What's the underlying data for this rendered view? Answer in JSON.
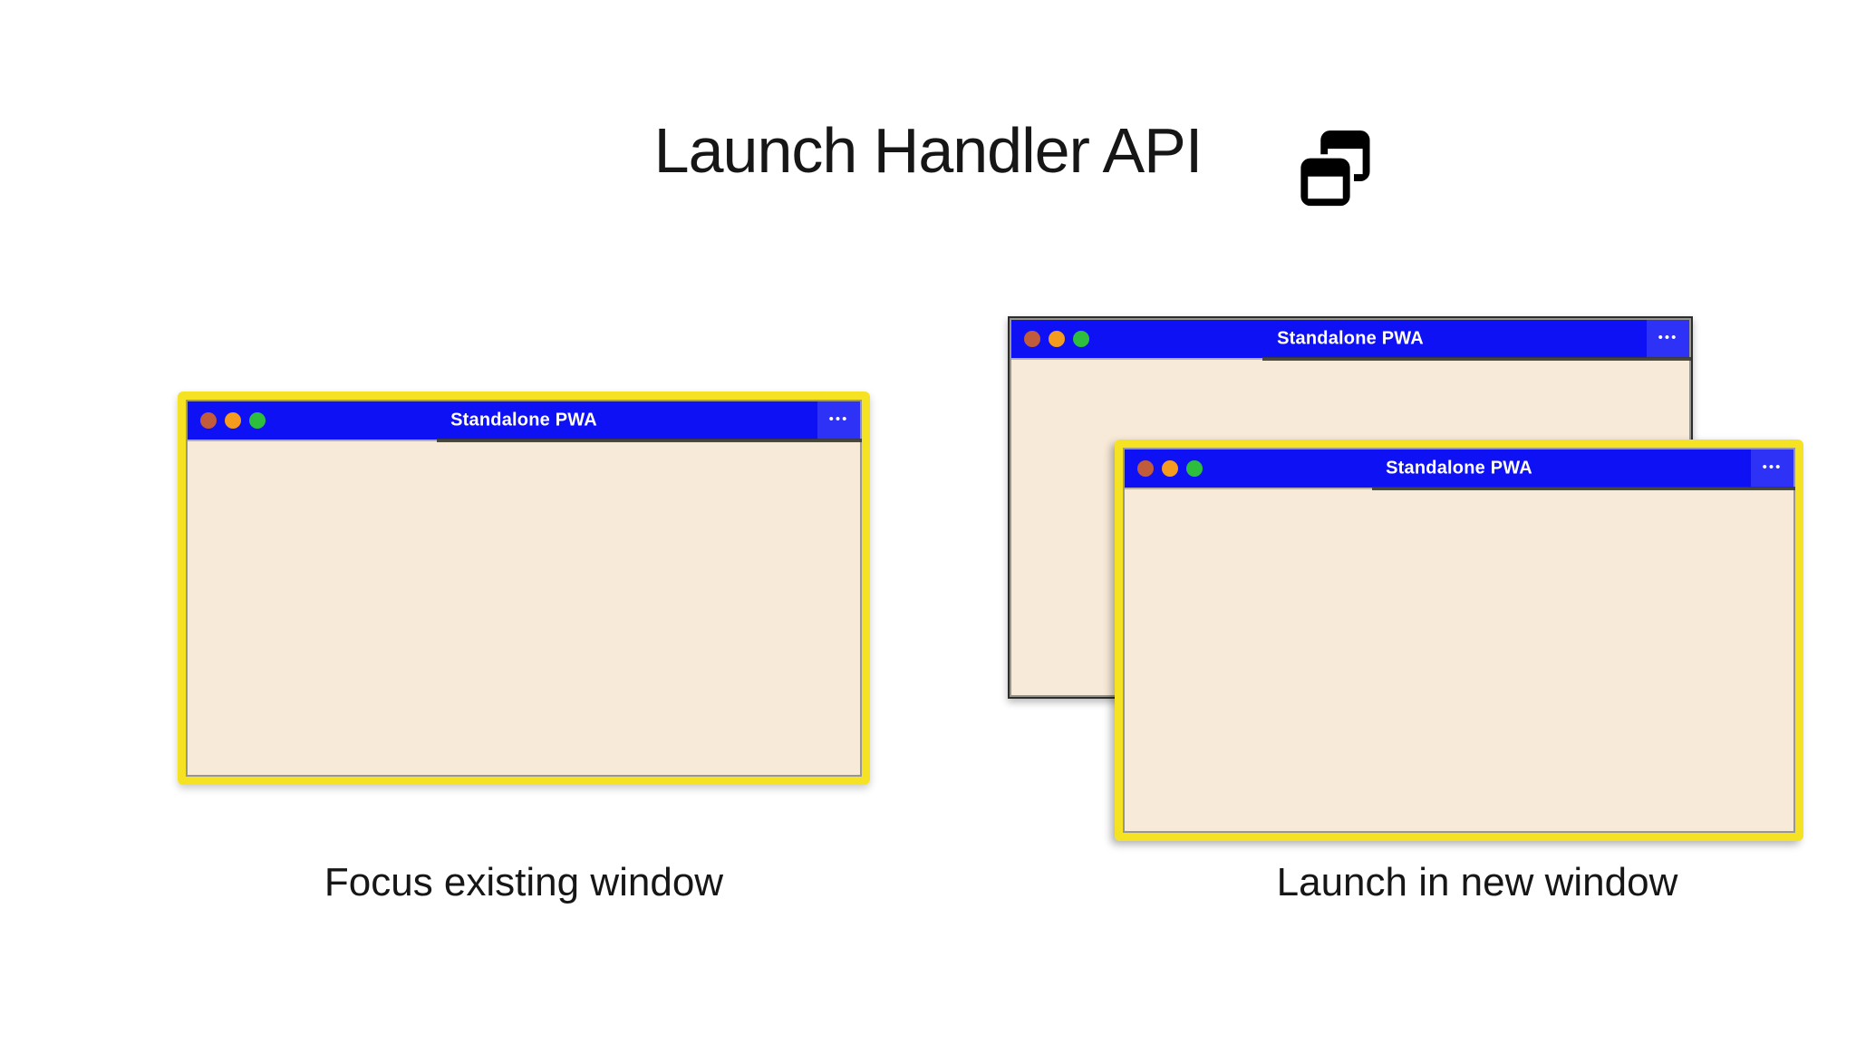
{
  "header": {
    "title": "Launch Handler API",
    "icon": "overlapping-windows"
  },
  "chrome": {
    "menu_glyph": "•••",
    "traffic_lights": [
      "close",
      "minimize",
      "zoom"
    ]
  },
  "figures": [
    {
      "caption": "Focus existing window",
      "windows": [
        {
          "title": "Standalone PWA",
          "state": "focused"
        }
      ]
    },
    {
      "caption": "Launch in new window",
      "windows": [
        {
          "title": "Standalone PWA",
          "state": "background"
        },
        {
          "title": "Standalone PWA",
          "state": "focused"
        }
      ]
    }
  ],
  "colors": {
    "pageBg": "#ffffff",
    "text": "#161616",
    "bar": "#0f11f5",
    "barMenu": "#2e31f6",
    "cream": "#f8ead8",
    "focus": "#f5e222",
    "borderDark": "#2d2d2d",
    "borderGray": "#97978f",
    "seam": "#3b3b30",
    "seamLight": "#b9b1a4",
    "dotClose": "#c05b3b",
    "dotMin": "#f59b1e",
    "dotMax": "#2ebe3e"
  }
}
